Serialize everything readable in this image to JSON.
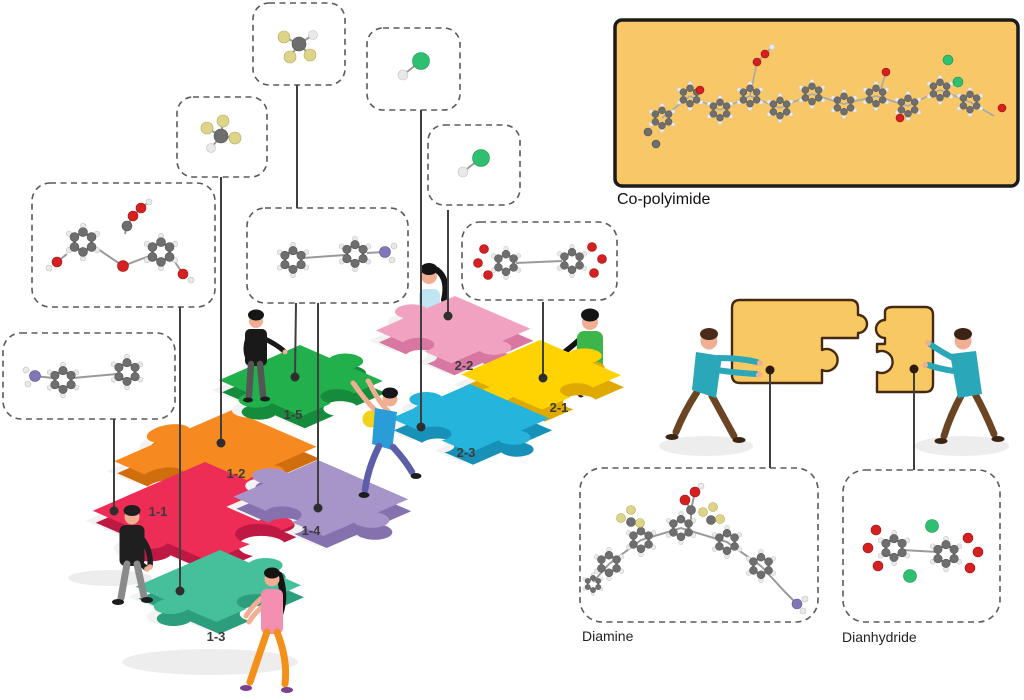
{
  "labels": {
    "copolyimide": "Co-polyimide",
    "diamine": "Diamine",
    "dianhydride": "Dianhydride"
  },
  "pieces": {
    "p11": {
      "label": "1-1",
      "color": "#ee2d56",
      "side": "#c01845"
    },
    "p12": {
      "label": "1-2",
      "color": "#f6891f",
      "side": "#d06d0d"
    },
    "p13": {
      "label": "1-3",
      "color": "#45c09b",
      "side": "#2d9e7d"
    },
    "p14": {
      "label": "1-4",
      "color": "#a795c9",
      "side": "#8571ad"
    },
    "p15": {
      "label": "1-5",
      "color": "#22b04c",
      "side": "#158b3c"
    },
    "p21": {
      "label": "2-1",
      "color": "#ffd302",
      "side": "#dfa900"
    },
    "p22": {
      "label": "2-2",
      "color": "#f2a2c1",
      "side": "#d877a1"
    },
    "p23": {
      "label": "2-3",
      "color": "#25b4dc",
      "side": "#1791b8"
    }
  },
  "right_panel": {
    "piece_color": "#f8c963",
    "outline": "#46290f"
  },
  "copolyimide_box": {
    "fill": "#f8c868",
    "border": "#1b1b1b"
  },
  "atom_colors": {
    "carbon": "#6e6e6e",
    "hydrogen": "#e9e9e9",
    "oxygen": "#d42020",
    "fluorine": "#ddd48a",
    "chlorine": "#2fbf71",
    "nitrogen": "#8077b8"
  },
  "monomer_boxes": [
    {
      "id": "trifluoromethane-box-top",
      "connects_to": "1-5"
    },
    {
      "id": "trifluoromethane-box-lower",
      "connects_to": "1-2"
    },
    {
      "id": "chloride-box-top",
      "connects_to": "2-3"
    },
    {
      "id": "chloride-box-lower",
      "connects_to": "2-2"
    },
    {
      "id": "xanthene-diol-box",
      "connects_to": "1-3"
    },
    {
      "id": "aminobiphenyl-box-left",
      "connects_to": "1-1"
    },
    {
      "id": "aminobiphenyl-box-middle",
      "connects_to": "1-4"
    },
    {
      "id": "dianhydride-small-box",
      "connects_to": "2-1"
    },
    {
      "id": "diamine-box",
      "connects_to": "yellow-piece-left"
    },
    {
      "id": "dianhydride-box",
      "connects_to": "yellow-piece-right"
    }
  ]
}
